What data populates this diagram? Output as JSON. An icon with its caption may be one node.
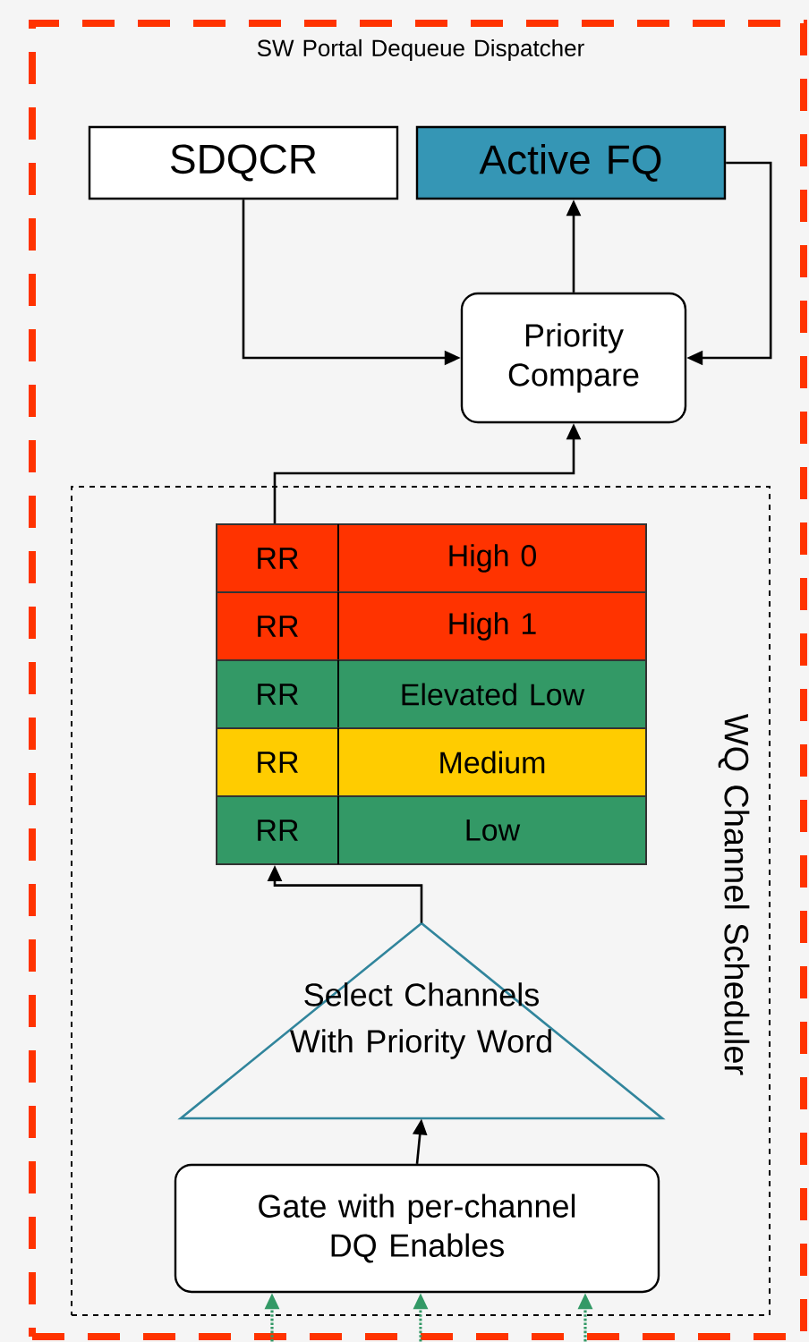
{
  "diagram": {
    "nodes": [
      {
        "text": [
          "SW Portal Dequeue Dispatcher"
        ]
      },
      {
        "text": [
          "SDQCR"
        ],
        "in": 0
      },
      {
        "text": [
          "Active FQ"
        ],
        "in": 0
      },
      {
        "text": [
          "Priority Compare"
        ],
        "in": 0
      },
      {
        "text": [
          "WQ Channel Scheduler"
        ],
        "in": 0
      },
      {
        "text": [],
        "shape": "box",
        "in": 4
      },
      {
        "text": [
          "RR",
          "High 0"
        ],
        "in": 5
      },
      {
        "text": [
          "RR",
          "High 1"
        ],
        "in": 5
      },
      {
        "text": [
          "RR",
          "Elevated Low"
        ],
        "in": 5
      },
      {
        "text": [
          "RR",
          "Medium"
        ],
        "in": 5
      },
      {
        "text": [
          "RR",
          "Low"
        ],
        "in": 5
      },
      {
        "text": [
          "Select Channels With Priority Word"
        ],
        "in": 4
      },
      {
        "text": [
          "Gate with per-channel DQ Enables"
        ],
        "in": 4
      }
    ],
    "edges": [
      {
        "from": 1,
        "to": 3,
        "arrow": "to"
      },
      {
        "from": 2,
        "to": 3,
        "arrow": "to"
      },
      {
        "from": 3,
        "to": 2,
        "arrow": "to"
      },
      {
        "from": 5,
        "to": 3,
        "arrow": "to"
      },
      {
        "from": 11,
        "to": 5,
        "arrow": "to"
      },
      {
        "from": 12,
        "to": 11,
        "arrow": "to"
      },
      {
        "from": null,
        "to": 12,
        "arrow": "to",
        "style": "dashed",
        "color": "#339966"
      },
      {
        "from": null,
        "to": 12,
        "arrow": "to",
        "style": "dashed",
        "color": "#339966"
      },
      {
        "from": null,
        "to": 12,
        "arrow": "to",
        "style": "dashed",
        "color": "#339966"
      }
    ]
  }
}
